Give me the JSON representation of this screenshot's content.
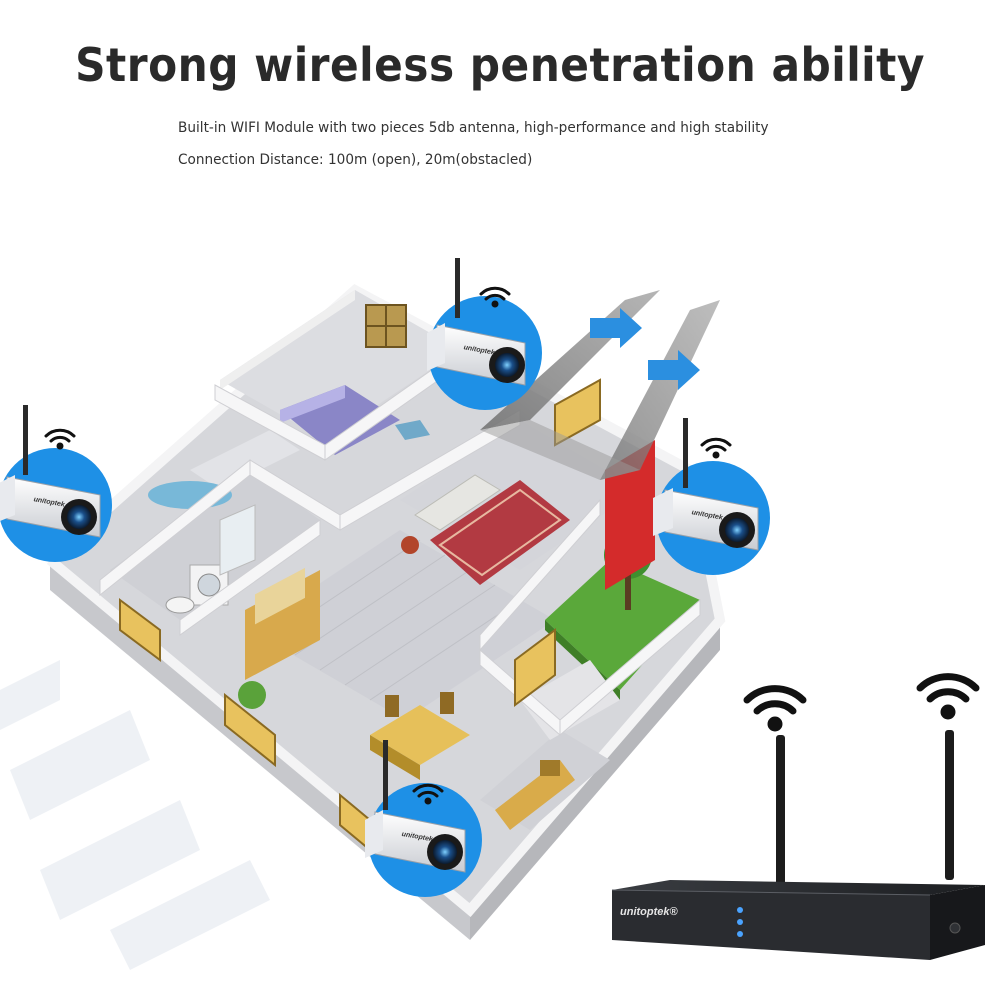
{
  "headline": "Strong wireless penetration ability",
  "subtitle_line1": "Built-in WIFI Module with two pieces 5db antenna, high-performance and high stability",
  "subtitle_line2": "Connection Distance: 100m (open), 20m(obstacled)",
  "camera_brand": "unitoptek",
  "nvr_brand": "unitoptek®",
  "icons": [
    "wifi-icon",
    "arrow-icon",
    "camera-icon",
    "nvr-icon",
    "antenna-icon"
  ],
  "colors": {
    "accent_blue": "#1e90e6",
    "wall": "#e9e9ea",
    "floor": "#d8d8dc",
    "text": "#2a2a2a"
  }
}
